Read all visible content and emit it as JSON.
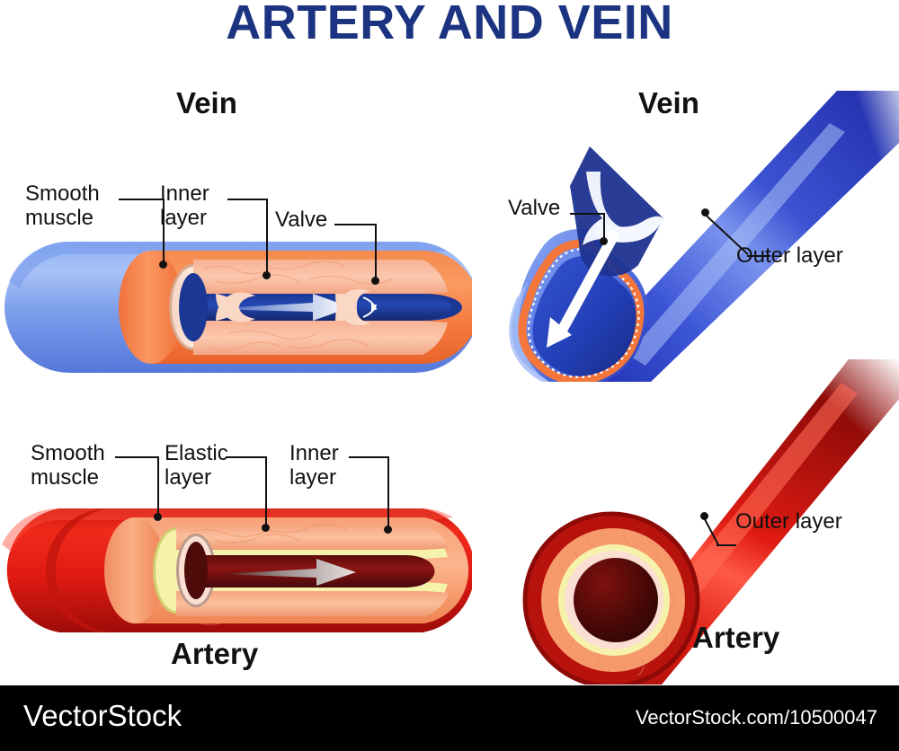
{
  "title": "ARTERY AND VEIN",
  "colors": {
    "title_blue": "#1b3380",
    "vein_outer_light": "#7fa0ee",
    "vein_outer_mid": "#4d6fd8",
    "vein_outer_dark": "#2438b4",
    "vein_lumen": "#1f3fa0",
    "vein_lumen_dark": "#14256b",
    "smooth_muscle_orange": "#f4763a",
    "inner_layer_pink": "#f9c9b0",
    "inner_layer_pale": "#fbe3d6",
    "artery_red": "#e01b13",
    "artery_red_dark": "#a50f0b",
    "artery_muscle_salmon": "#f59468",
    "elastic_layer_yellow": "#f4f0a8",
    "artery_lumen_dark": "#5c0d0c",
    "label_black": "#111111",
    "footer_bg": "#000000",
    "footer_text": "#ffffff"
  },
  "panels": {
    "vein_cutaway": {
      "heading": "Vein",
      "labels": [
        {
          "id": "smooth-muscle",
          "text": "Smooth\nmuscle"
        },
        {
          "id": "inner-layer",
          "text": "Inner\nlayer"
        },
        {
          "id": "valve",
          "text": "Valve"
        }
      ]
    },
    "vein_tube": {
      "heading": "Vein",
      "labels": [
        {
          "id": "valve",
          "text": "Valve"
        },
        {
          "id": "outer-layer",
          "text": "Outer layer"
        }
      ]
    },
    "artery_cutaway": {
      "heading": "Artery",
      "labels": [
        {
          "id": "smooth-muscle",
          "text": "Smooth\nmuscle"
        },
        {
          "id": "elastic-layer",
          "text": "Elastic\nlayer"
        },
        {
          "id": "inner-layer",
          "text": "Inner\nlayer"
        }
      ]
    },
    "artery_tube": {
      "heading": "Artery",
      "labels": [
        {
          "id": "outer-layer",
          "text": "Outer layer"
        }
      ]
    }
  },
  "footer": {
    "brand": "VectorStock",
    "url": "VectorStock.com/10500047"
  }
}
